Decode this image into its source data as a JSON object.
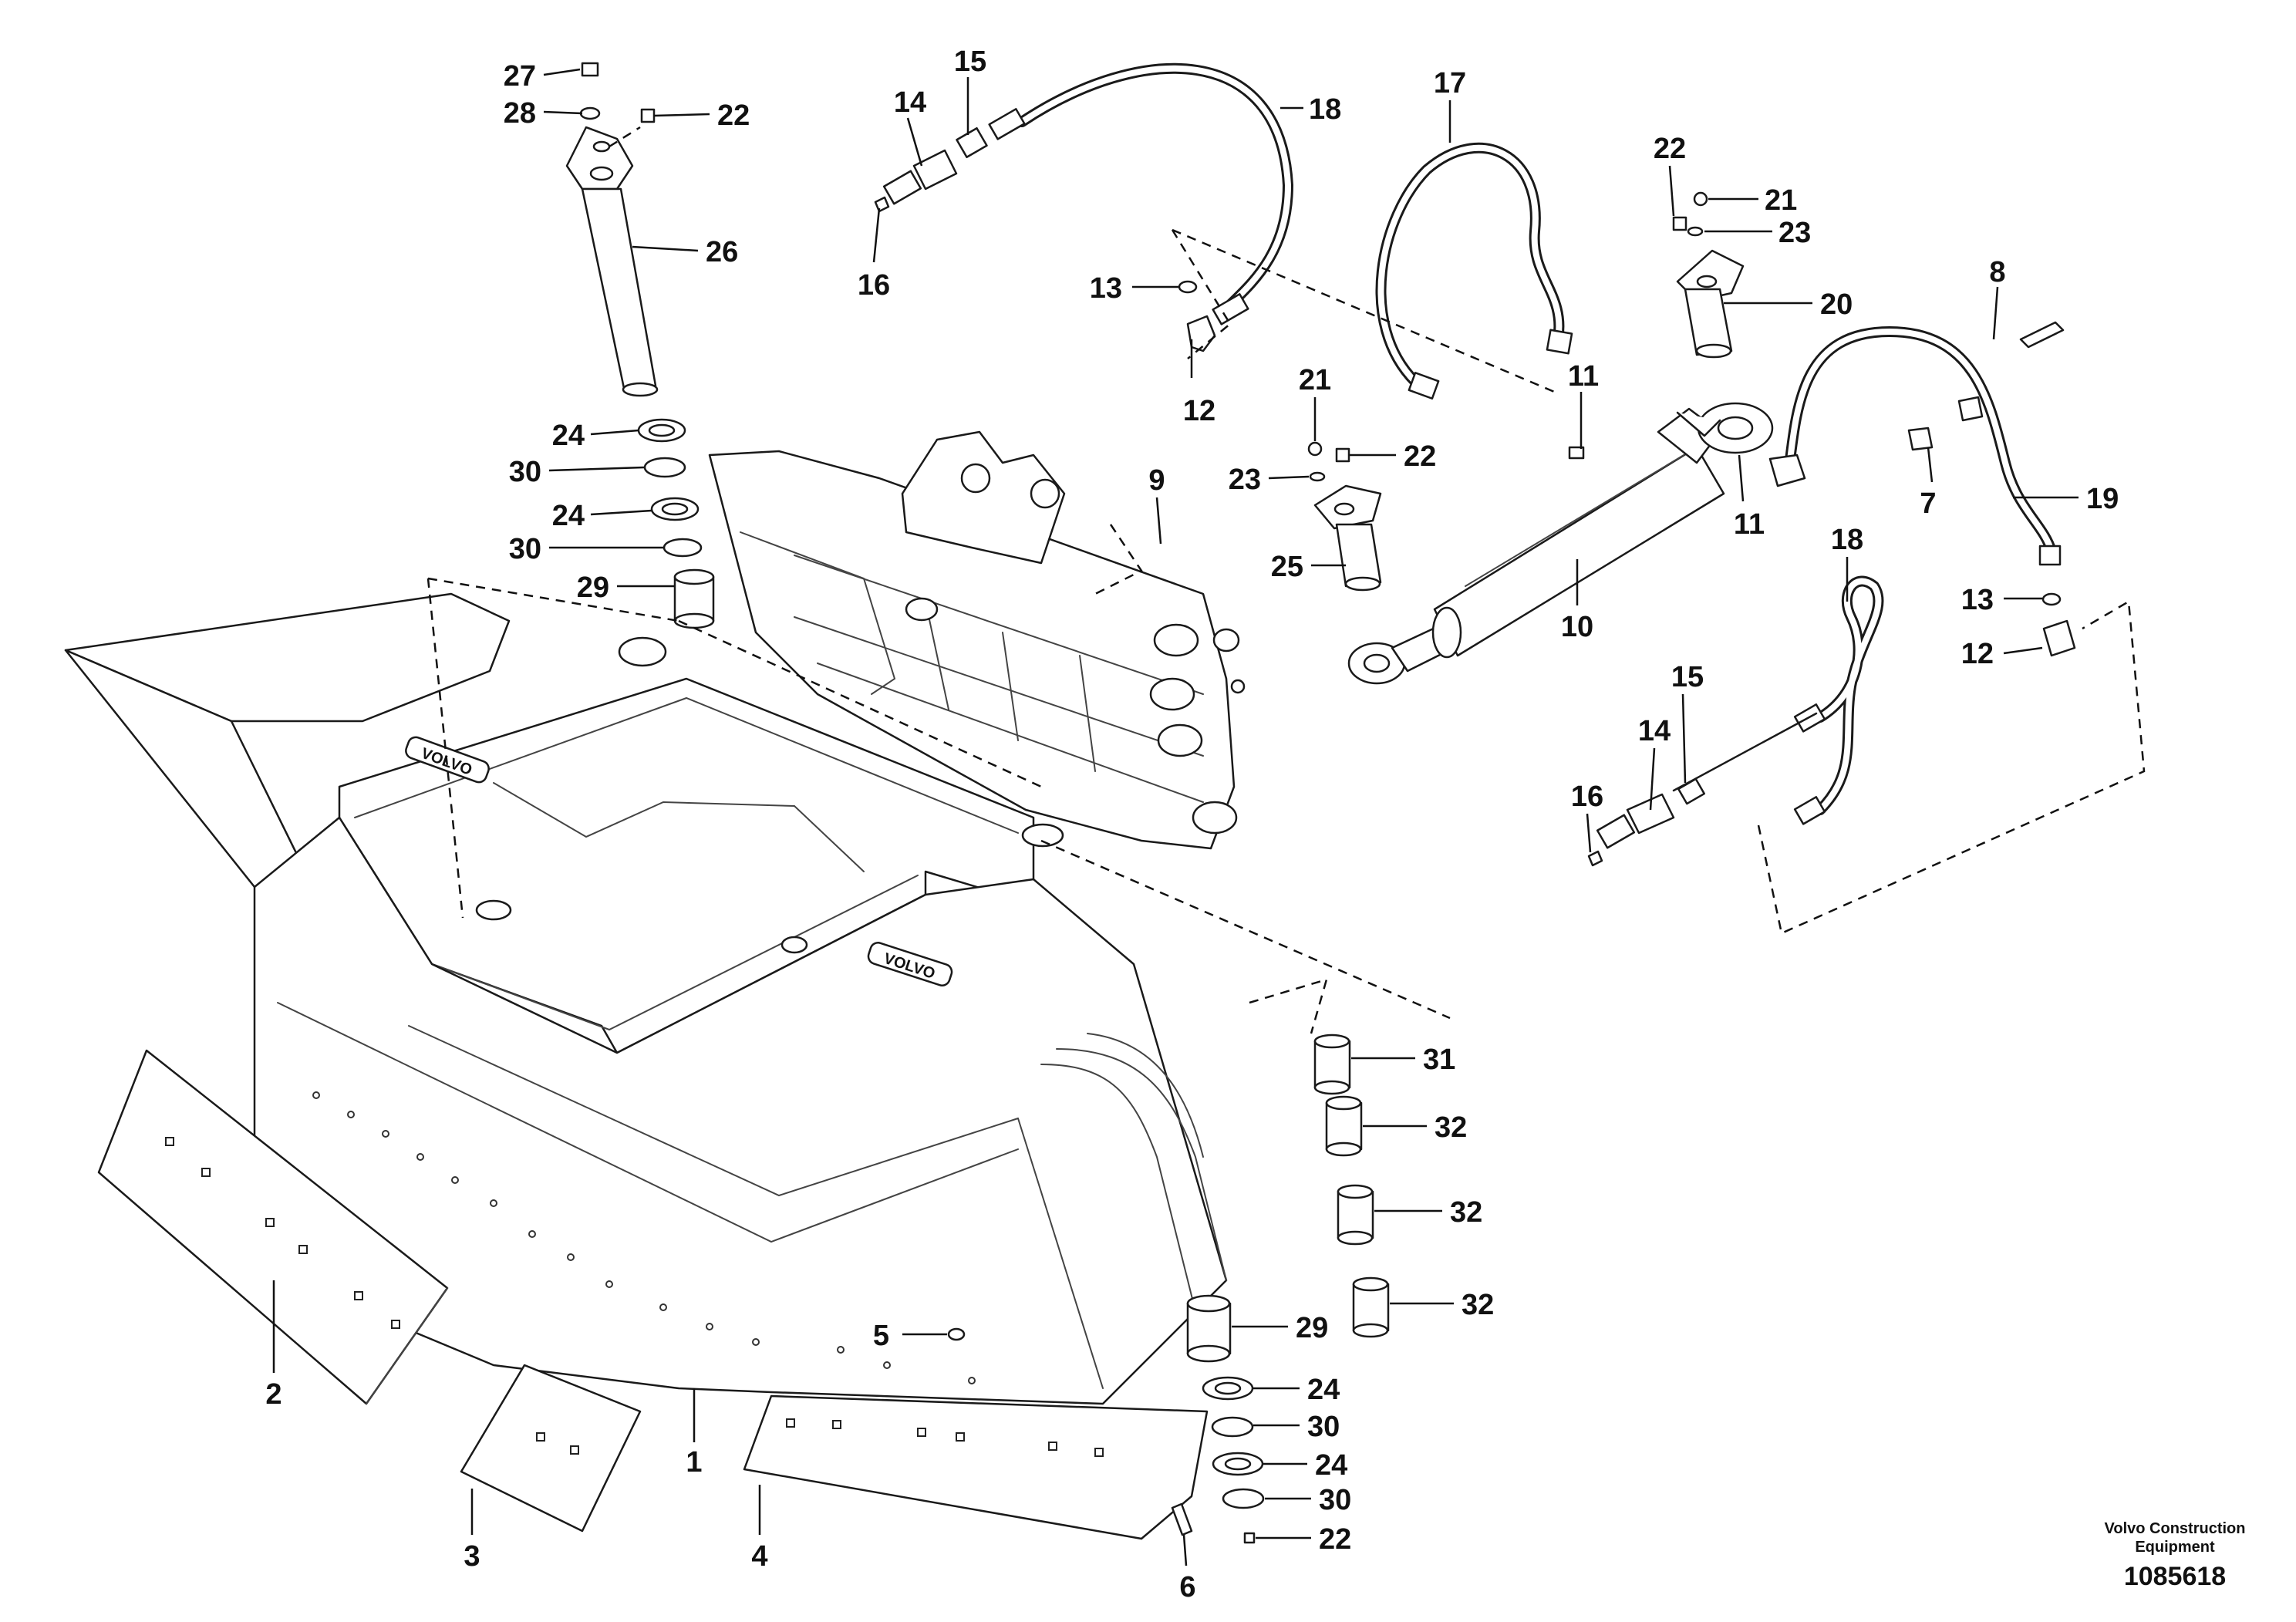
{
  "diagram": {
    "callouts": [
      {
        "id": "c1",
        "text": "1"
      },
      {
        "id": "c2",
        "text": "2"
      },
      {
        "id": "c3",
        "text": "3"
      },
      {
        "id": "c4",
        "text": "4"
      },
      {
        "id": "c5",
        "text": "5"
      },
      {
        "id": "c6",
        "text": "6"
      },
      {
        "id": "c7",
        "text": "7"
      },
      {
        "id": "c8",
        "text": "8"
      },
      {
        "id": "c9",
        "text": "9"
      },
      {
        "id": "c10",
        "text": "10"
      },
      {
        "id": "c11a",
        "text": "11"
      },
      {
        "id": "c11b",
        "text": "11"
      },
      {
        "id": "c12a",
        "text": "12"
      },
      {
        "id": "c12b",
        "text": "12"
      },
      {
        "id": "c13a",
        "text": "13"
      },
      {
        "id": "c13b",
        "text": "13"
      },
      {
        "id": "c14a",
        "text": "14"
      },
      {
        "id": "c14b",
        "text": "14"
      },
      {
        "id": "c15a",
        "text": "15"
      },
      {
        "id": "c15b",
        "text": "15"
      },
      {
        "id": "c16a",
        "text": "16"
      },
      {
        "id": "c16b",
        "text": "16"
      },
      {
        "id": "c17",
        "text": "17"
      },
      {
        "id": "c18a",
        "text": "18"
      },
      {
        "id": "c18b",
        "text": "18"
      },
      {
        "id": "c19",
        "text": "19"
      },
      {
        "id": "c20",
        "text": "20"
      },
      {
        "id": "c21a",
        "text": "21"
      },
      {
        "id": "c21b",
        "text": "21"
      },
      {
        "id": "c22a",
        "text": "22"
      },
      {
        "id": "c22b",
        "text": "22"
      },
      {
        "id": "c22c",
        "text": "22"
      },
      {
        "id": "c22d",
        "text": "22"
      },
      {
        "id": "c23a",
        "text": "23"
      },
      {
        "id": "c23b",
        "text": "23"
      },
      {
        "id": "c24a",
        "text": "24"
      },
      {
        "id": "c24b",
        "text": "24"
      },
      {
        "id": "c24c",
        "text": "24"
      },
      {
        "id": "c24d",
        "text": "24"
      },
      {
        "id": "c25",
        "text": "25"
      },
      {
        "id": "c26",
        "text": "26"
      },
      {
        "id": "c27",
        "text": "27"
      },
      {
        "id": "c28",
        "text": "28"
      },
      {
        "id": "c29a",
        "text": "29"
      },
      {
        "id": "c29b",
        "text": "29"
      },
      {
        "id": "c30a",
        "text": "30"
      },
      {
        "id": "c30b",
        "text": "30"
      },
      {
        "id": "c30c",
        "text": "30"
      },
      {
        "id": "c30d",
        "text": "30"
      },
      {
        "id": "c31",
        "text": "31"
      },
      {
        "id": "c32a",
        "text": "32"
      },
      {
        "id": "c32b",
        "text": "32"
      },
      {
        "id": "c32c",
        "text": "32"
      }
    ],
    "brand_stamp": "VOLVO",
    "footer": {
      "brand_line1": "Volvo Construction",
      "brand_line2": "Equipment",
      "drawing_number": "1085618"
    }
  }
}
